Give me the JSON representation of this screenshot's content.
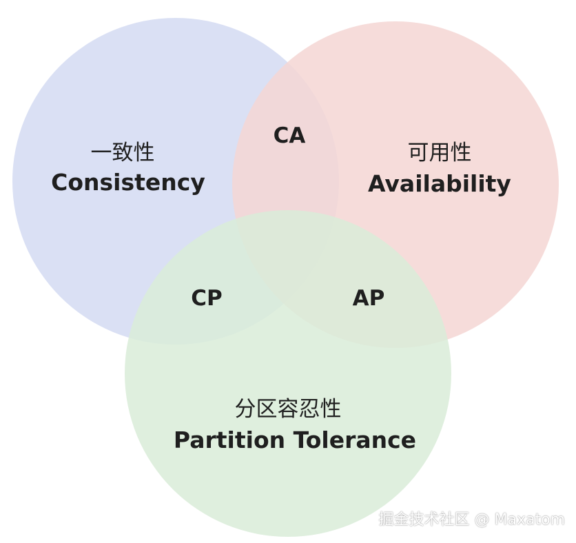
{
  "diagram": {
    "sets": [
      {
        "key": "consistency",
        "zh": "一致性",
        "en": "Consistency",
        "color": "#d3dbf2"
      },
      {
        "key": "availability",
        "zh": "可用性",
        "en": "Availability",
        "color": "#f4d6d4"
      },
      {
        "key": "partition_tolerance",
        "zh": "分区容忍性",
        "en": "Partition Tolerance",
        "color": "#d9ecd8"
      }
    ],
    "overlaps": {
      "ca": "CA",
      "cp": "CP",
      "ap": "AP"
    }
  },
  "watermark": "掘金技术社区 @ Maxatom"
}
